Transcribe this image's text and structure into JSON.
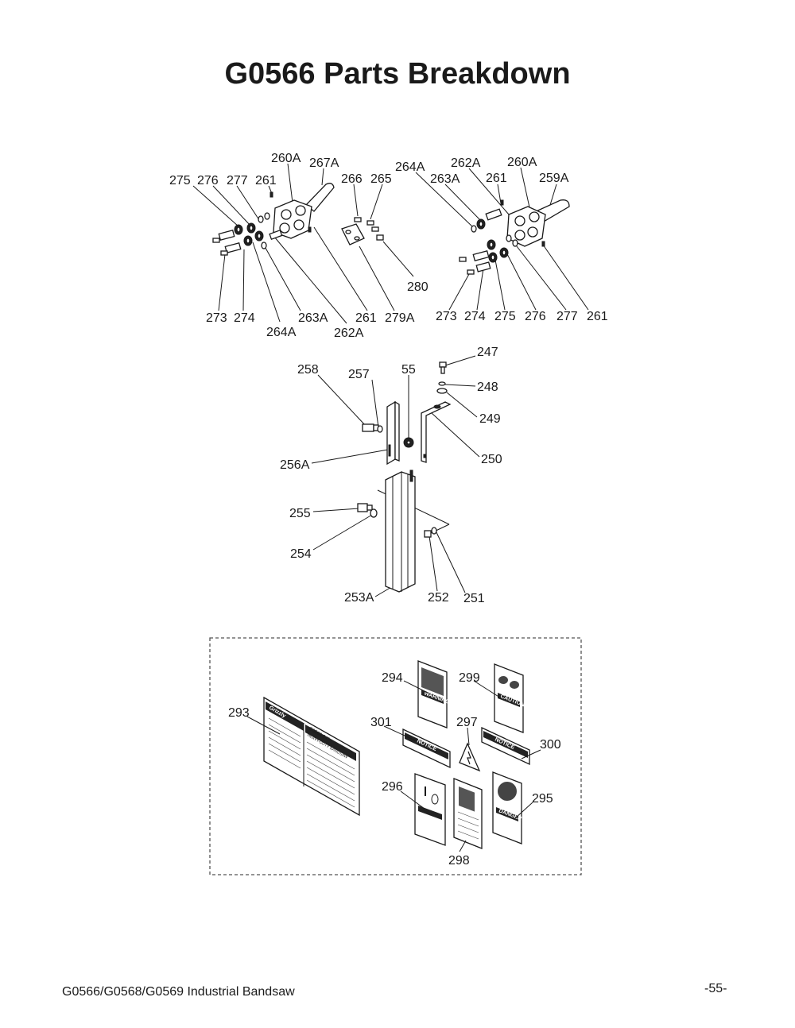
{
  "page": {
    "title": "G0566 Parts Breakdown",
    "footer_left": "G0566/G0568/G0569 Industrial Bandsaw",
    "footer_right": "-55-"
  },
  "assembly_top_left": {
    "labels": [
      "260A",
      "267A",
      "275",
      "276",
      "277",
      "261",
      "273",
      "274",
      "264A",
      "263A",
      "261",
      "262A"
    ]
  },
  "assembly_top_mid": {
    "labels": [
      "266",
      "265",
      "280",
      "279A"
    ]
  },
  "assembly_top_right": {
    "labels": [
      "264A",
      "262A",
      "263A",
      "260A",
      "261",
      "259A",
      "273",
      "274",
      "275",
      "276",
      "277",
      "261"
    ]
  },
  "assembly_middle": {
    "labels": [
      "258",
      "257",
      "55",
      "247",
      "248",
      "249",
      "250",
      "256A",
      "255",
      "254",
      "253A",
      "252",
      "251"
    ]
  },
  "decals": {
    "labels": [
      "293",
      "294",
      "299",
      "301",
      "297",
      "300",
      "296",
      "295",
      "298"
    ],
    "texts": {
      "logo": "Grizzly",
      "model": "G0566 24\"",
      "model_sub": "HEAVY-DUTY BANDSAW",
      "warning": "WARNING",
      "notice": "NOTICE",
      "caution": "CAUTION",
      "danger": "DANGER"
    }
  }
}
